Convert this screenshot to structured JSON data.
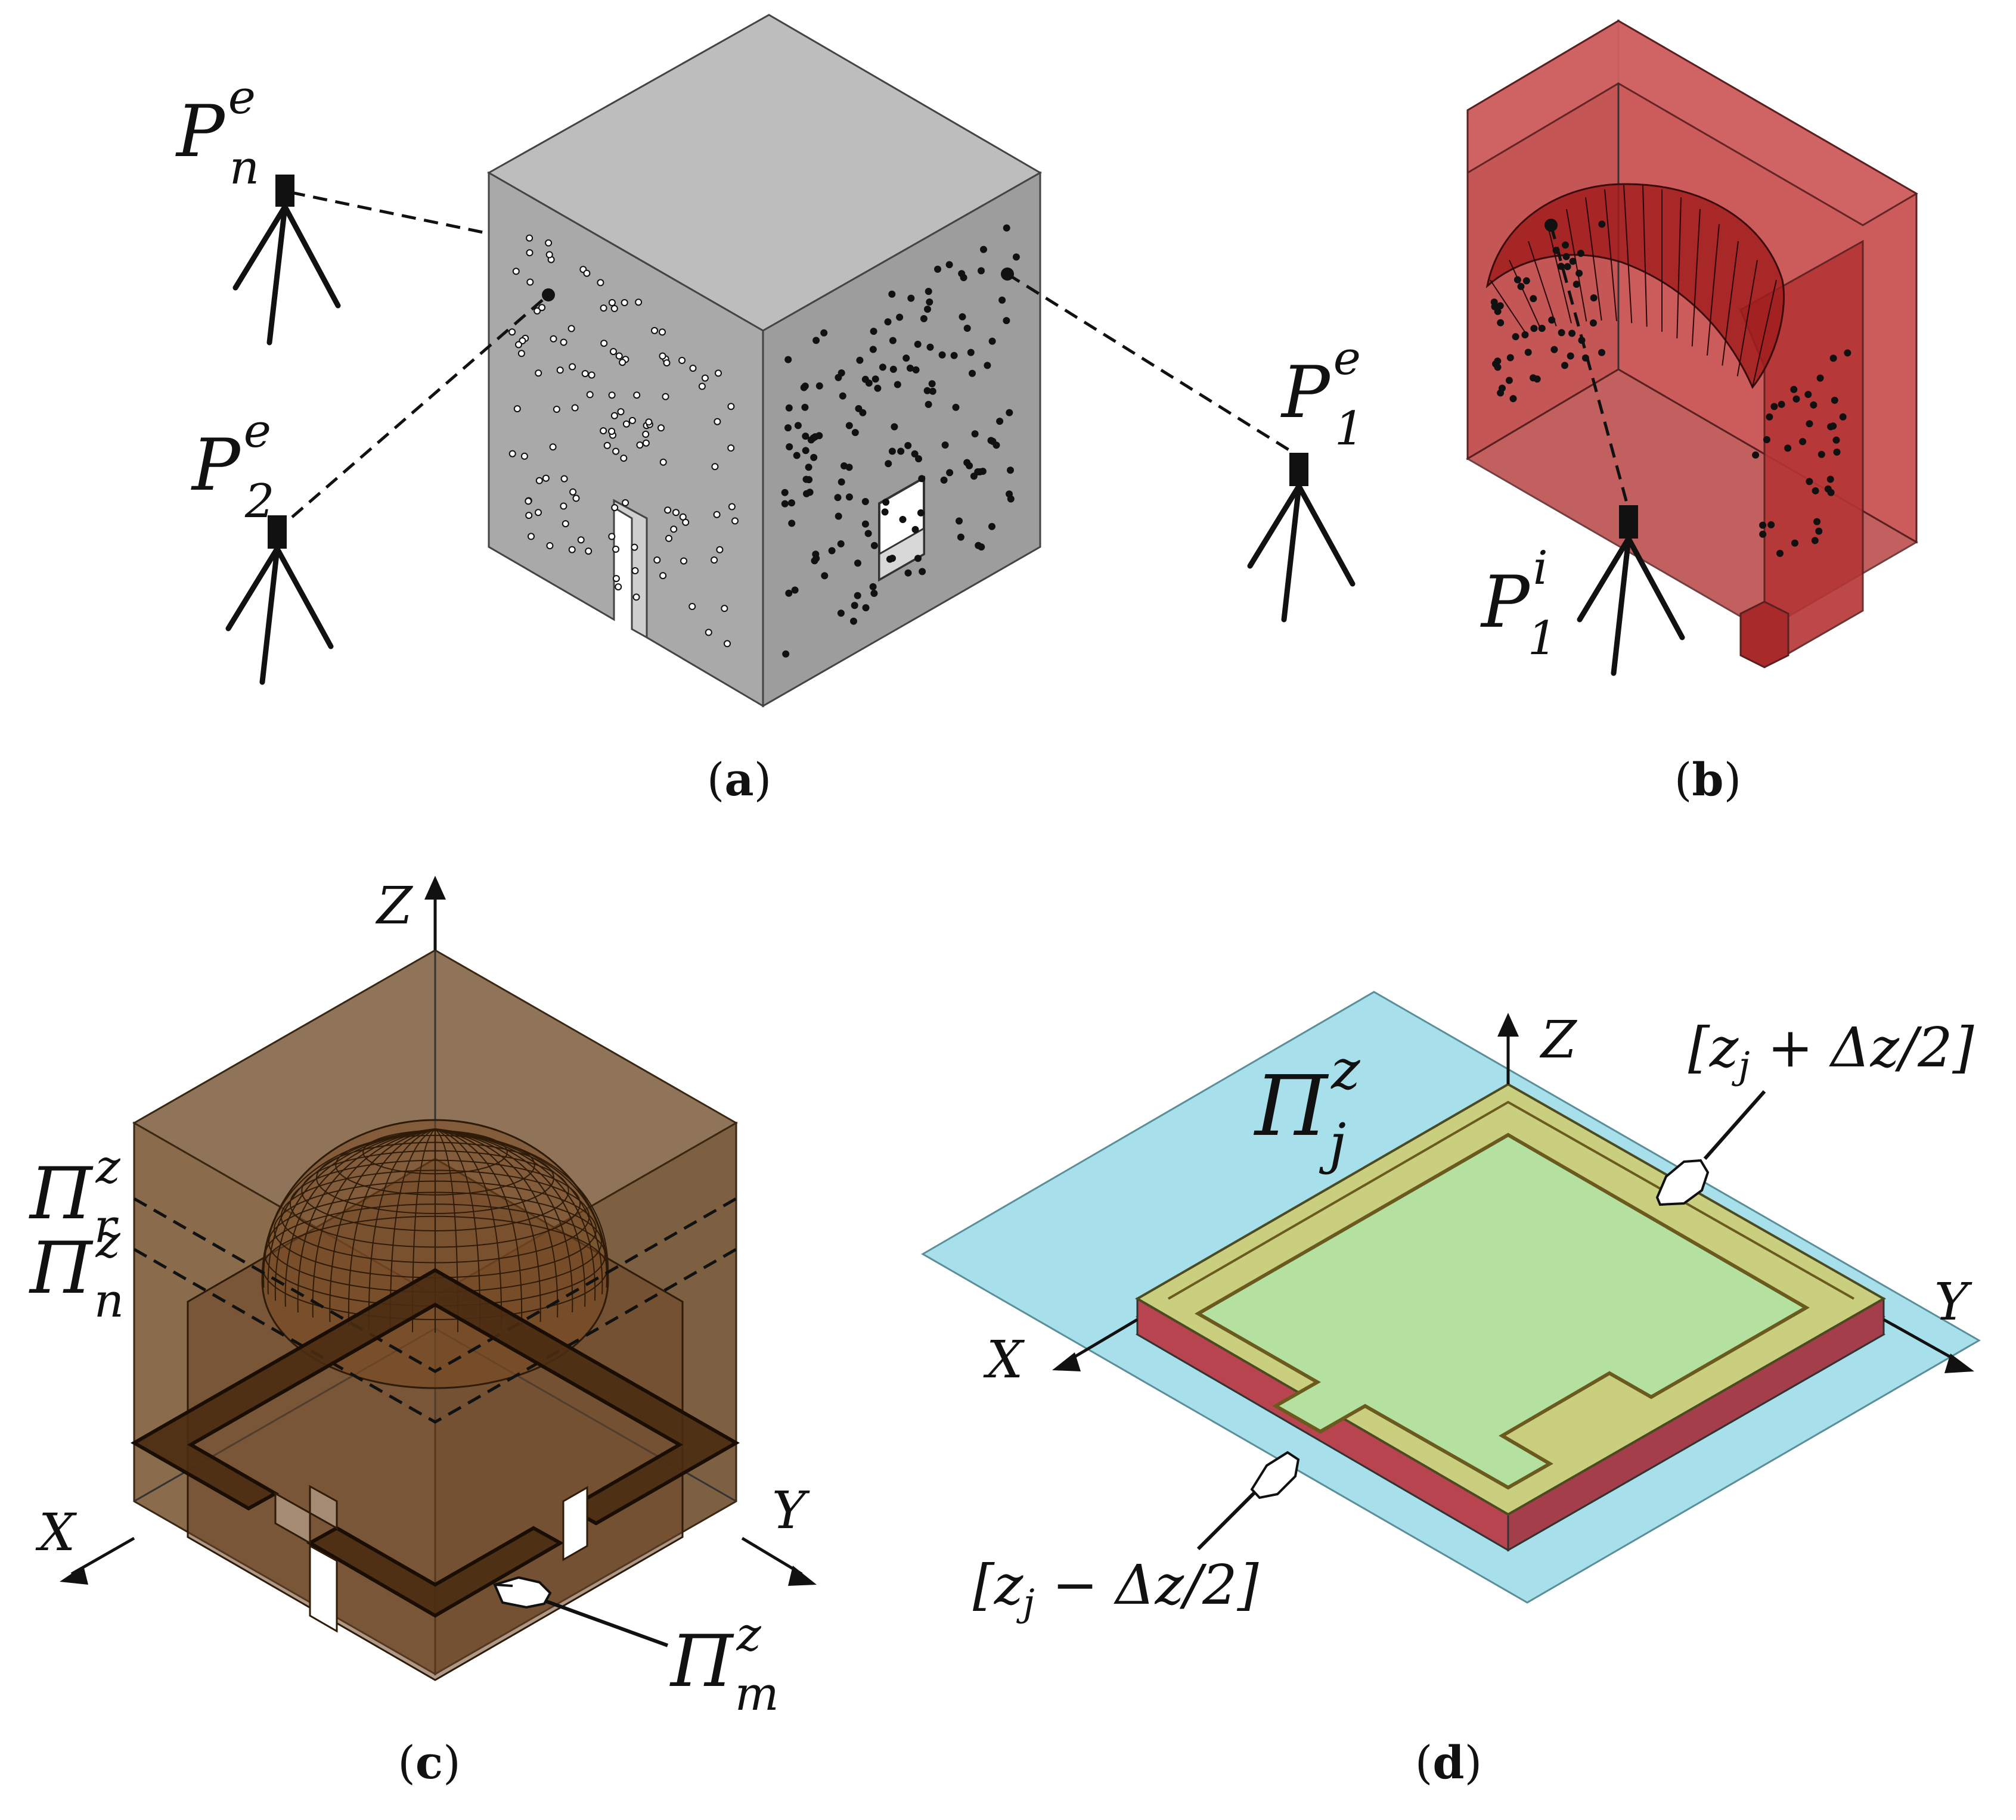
{
  "panels": {
    "a": {
      "caption": "a",
      "stations": [
        {
          "id": "n",
          "base": "P",
          "sub": "n",
          "sup": "e"
        },
        {
          "id": "2",
          "base": "P",
          "sub": "2",
          "sup": "e"
        },
        {
          "id": "1",
          "base": "P",
          "sub": "1",
          "sup": "e"
        }
      ]
    },
    "b": {
      "caption": "b",
      "station": {
        "base": "P",
        "sub": "1",
        "sup": "i"
      }
    },
    "c": {
      "caption": "c",
      "axes": {
        "z": "Z",
        "x": "X",
        "y": "Y"
      },
      "planes": [
        {
          "id": "r",
          "base": "Π",
          "sub": "r",
          "sup": "z"
        },
        {
          "id": "n",
          "base": "Π",
          "sub": "n",
          "sup": "z"
        },
        {
          "id": "m",
          "base": "Π",
          "sub": "m",
          "sup": "z"
        }
      ]
    },
    "d": {
      "caption": "d",
      "axes": {
        "z": "Z",
        "x": "X",
        "y": "Y"
      },
      "plane": {
        "base": "Π",
        "sub": "j",
        "sup": "z"
      },
      "upper_bound": {
        "open": "[z",
        "sub": "j",
        "rest": " + Δz/2]"
      },
      "lower_bound": {
        "open": "[z",
        "sub": "j",
        "rest": " − Δz/2]"
      }
    }
  },
  "colors": {
    "concrete_front": "#a9a9a9",
    "concrete_side": "#9e9e9e",
    "concrete_top": "#bdbdbd",
    "red_volume": "#c94a4a",
    "dome_red": "#a81e1e",
    "brown_volume": "#7f5a38",
    "slice_dark": "#4a2c12",
    "blue_plane": "#a7e0ea",
    "slab_yellow": "#c9cf7e",
    "slab_green": "#b4e0a0",
    "slab_red": "#c9505a"
  }
}
